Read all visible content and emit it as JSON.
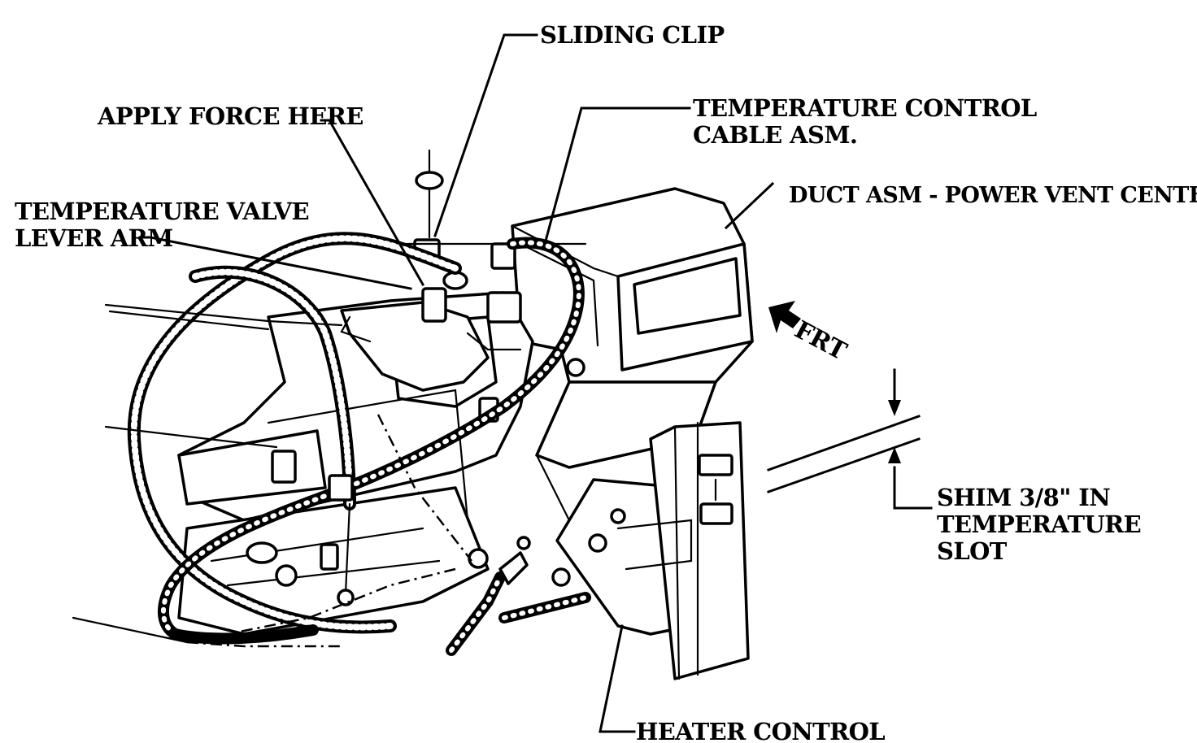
{
  "labels": {
    "sliding_clip": "SLIDING CLIP",
    "apply_force": "APPLY FORCE HERE",
    "temp_cable_line1": "TEMPERATURE CONTROL",
    "temp_cable_line2": "CABLE ASM.",
    "duct_asm": "DUCT ASM - POWER VENT CENTER",
    "temp_valve_line1": "TEMPERATURE VALVE",
    "temp_valve_line2": "LEVER ARM",
    "frt": "FRT",
    "shim_line1": "SHIM 3/8\" IN",
    "shim_line2": "TEMPERATURE",
    "shim_line3": "SLOT",
    "heater_control": "HEATER CONTROL"
  }
}
